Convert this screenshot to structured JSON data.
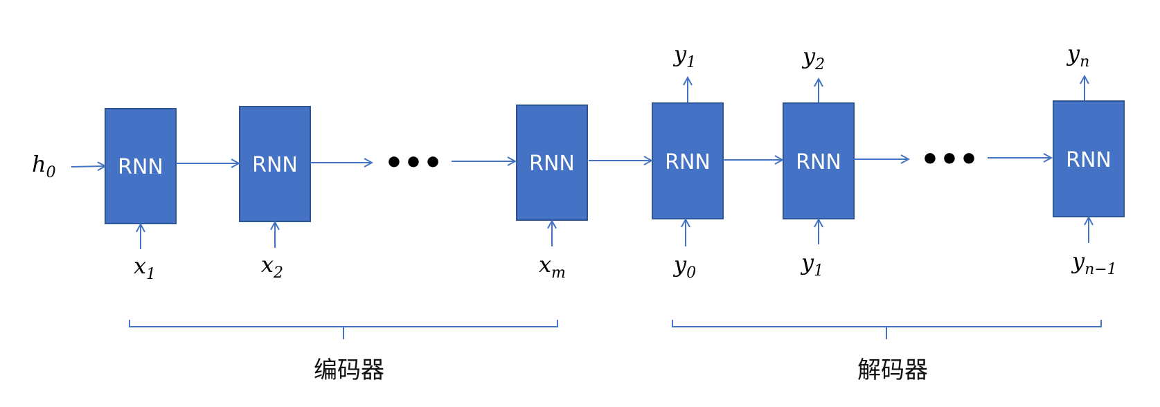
{
  "colors": {
    "box_fill": "#4472C4",
    "box_stroke": "#2F5597",
    "line": "#4472C4"
  },
  "box_label": "RNN",
  "ellipsis": "•••",
  "encoder": {
    "initial_state": {
      "main": "h",
      "sub": "0"
    },
    "inputs": [
      {
        "main": "x",
        "sub": "1"
      },
      {
        "main": "x",
        "sub": "2"
      },
      {
        "main": "x",
        "sub": "m"
      }
    ],
    "label": "编码器"
  },
  "decoder": {
    "inputs": [
      {
        "main": "y",
        "sub": "0"
      },
      {
        "main": "y",
        "sub": "1"
      },
      {
        "main": "y",
        "sub": "n−1"
      }
    ],
    "outputs": [
      {
        "main": "y",
        "sub": "1"
      },
      {
        "main": "y",
        "sub": "2"
      },
      {
        "main": "y",
        "sub": "n"
      }
    ],
    "label": "解码器"
  }
}
